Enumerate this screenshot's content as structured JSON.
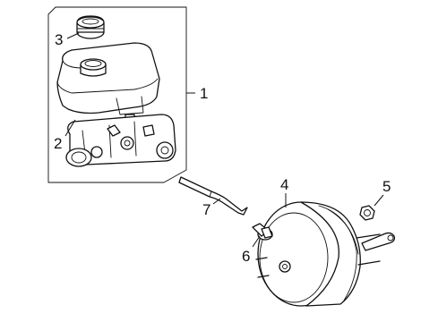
{
  "callouts": [
    {
      "id": "master-cylinder-assembly",
      "label": "1"
    },
    {
      "id": "master-cylinder",
      "label": "2"
    },
    {
      "id": "reservoir-cap",
      "label": "3"
    },
    {
      "id": "brake-booster",
      "label": "4"
    },
    {
      "id": "booster-nut",
      "label": "5"
    },
    {
      "id": "check-valve",
      "label": "6"
    },
    {
      "id": "vacuum-hose",
      "label": "7"
    }
  ]
}
